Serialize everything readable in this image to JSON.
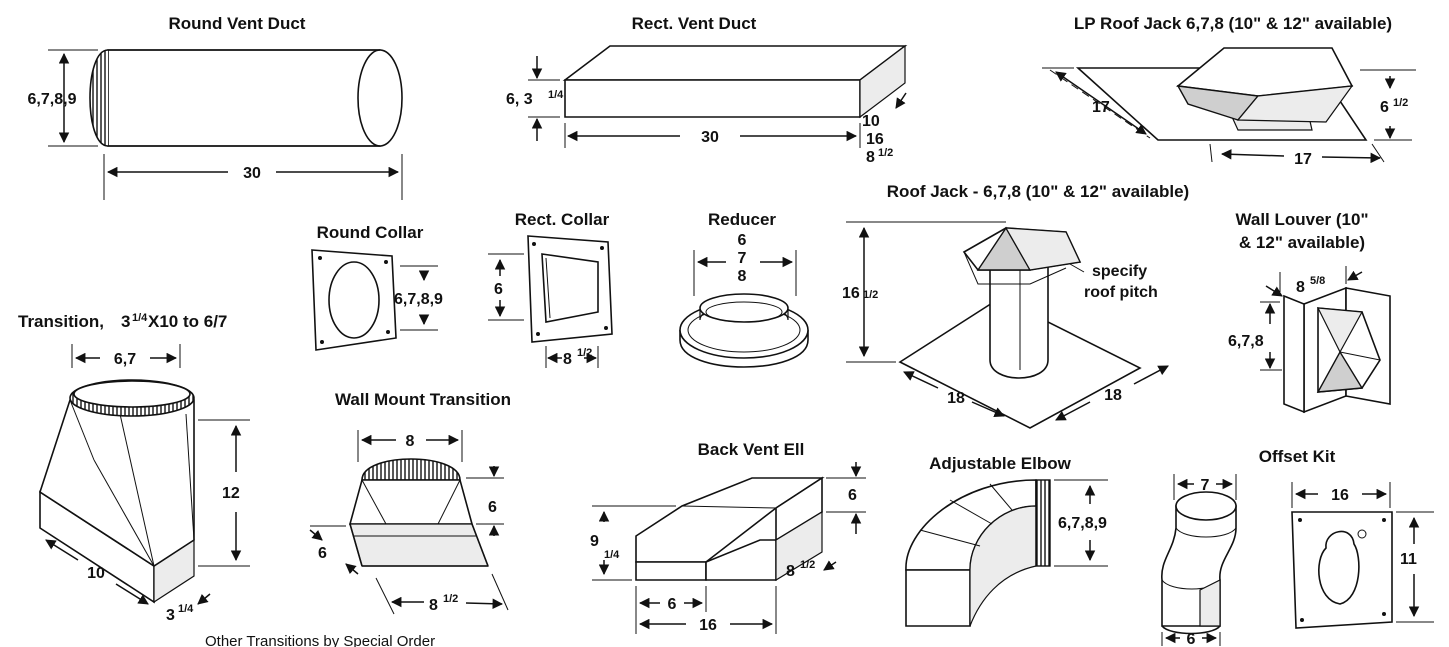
{
  "parts": {
    "round_vent_duct": {
      "title": "Round Vent Duct",
      "diameter": "6,7,8,9",
      "length": "30"
    },
    "rect_vent_duct": {
      "title": "Rect. Vent Duct",
      "height": "6, 3",
      "height_frac": "1/4",
      "length": "30",
      "width_a": "10",
      "width_b": "16",
      "width_c": "8",
      "width_c_frac": "1/2"
    },
    "lp_roof_jack": {
      "title": "LP Roof Jack 6,7,8 (10\" & 12\" available)",
      "side": "17",
      "base": "17",
      "height": "6",
      "height_frac": "1/2"
    },
    "roof_jack": {
      "title": "Roof Jack - 6,7,8 (10\" & 12\" available)",
      "height": "16",
      "height_frac": "1/2",
      "base_a": "18",
      "base_b": "18",
      "note_1": "specify",
      "note_2": "roof pitch"
    },
    "round_collar": {
      "title": "Round Collar",
      "size": "6,7,8,9"
    },
    "rect_collar": {
      "title": "Rect. Collar",
      "height": "6",
      "width": "8",
      "width_frac": "1/2"
    },
    "reducer": {
      "title": "Reducer",
      "size_1": "6",
      "size_2": "7",
      "size_3": "8"
    },
    "wall_louver": {
      "title_1": "Wall Louver (10\"",
      "title_2": "& 12\" available)",
      "depth": "8",
      "depth_frac": "5/8",
      "size": "6,7,8"
    },
    "transition": {
      "title": "Transition,",
      "title_spec": "3",
      "title_frac": "1/4",
      "title_rest": "X10 to 6/7",
      "top": "6,7",
      "height": "12",
      "length": "10",
      "depth": "3",
      "depth_frac": "1/4",
      "note": "Other Transitions by Special Order"
    },
    "wall_mount_transition": {
      "title": "Wall Mount Transition",
      "top": "8",
      "height": "6",
      "depth": "6",
      "width": "8",
      "width_frac": "1/2"
    },
    "back_vent_ell": {
      "title": "Back Vent Ell",
      "rise": "9",
      "rise_frac": "1/4",
      "height": "6",
      "depth": "8",
      "depth_frac": "1/2",
      "offset": "6",
      "length": "16"
    },
    "adjustable_elbow": {
      "title": "Adjustable Elbow",
      "size": "6,7,8,9"
    },
    "offset_kit": {
      "title": "Offset Kit",
      "top": "7",
      "bottom": "6",
      "plate_width": "16",
      "plate_height": "11"
    }
  }
}
